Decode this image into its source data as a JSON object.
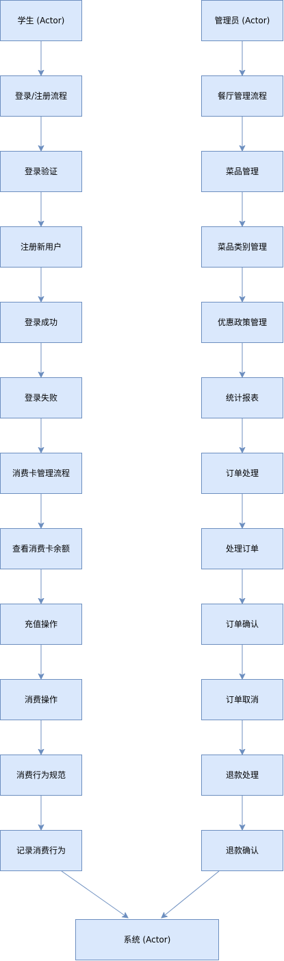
{
  "colors": {
    "node_fill": "#dae8fc",
    "node_stroke": "#6c8ebf",
    "edge": "#6c8ebf",
    "text": "#000000",
    "background": "#ffffff"
  },
  "student_flow": [
    {
      "id": "student-actor",
      "label": "学生 (Actor)"
    },
    {
      "id": "login-register-process",
      "label": "登录/注册流程"
    },
    {
      "id": "login-verify",
      "label": "登录验证"
    },
    {
      "id": "register-new-user",
      "label": "注册新用户"
    },
    {
      "id": "login-success",
      "label": "登录成功"
    },
    {
      "id": "login-fail",
      "label": "登录失败"
    },
    {
      "id": "card-management-process",
      "label": "消费卡管理流程"
    },
    {
      "id": "check-card-balance",
      "label": "查看消费卡余额"
    },
    {
      "id": "recharge-operation",
      "label": "充值操作"
    },
    {
      "id": "consume-operation",
      "label": "消费操作"
    },
    {
      "id": "consume-behavior-rules",
      "label": "消费行为规范"
    },
    {
      "id": "record-consume-behavior",
      "label": "记录消费行为"
    }
  ],
  "admin_flow": [
    {
      "id": "admin-actor",
      "label": "管理员 (Actor)"
    },
    {
      "id": "canteen-management-process",
      "label": "餐厅管理流程"
    },
    {
      "id": "dish-management",
      "label": "菜品管理"
    },
    {
      "id": "dish-category-management",
      "label": "菜品类别管理"
    },
    {
      "id": "discount-policy-management",
      "label": "优惠政策管理"
    },
    {
      "id": "statistics-report",
      "label": "统计报表"
    },
    {
      "id": "order-handling",
      "label": "订单处理"
    },
    {
      "id": "process-order",
      "label": "处理订单"
    },
    {
      "id": "order-confirm",
      "label": "订单确认"
    },
    {
      "id": "order-cancel",
      "label": "订单取消"
    },
    {
      "id": "refund-handling",
      "label": "退款处理"
    },
    {
      "id": "refund-confirm",
      "label": "退款确认"
    }
  ],
  "system_node": {
    "id": "system-actor",
    "label": "系统 (Actor)"
  }
}
